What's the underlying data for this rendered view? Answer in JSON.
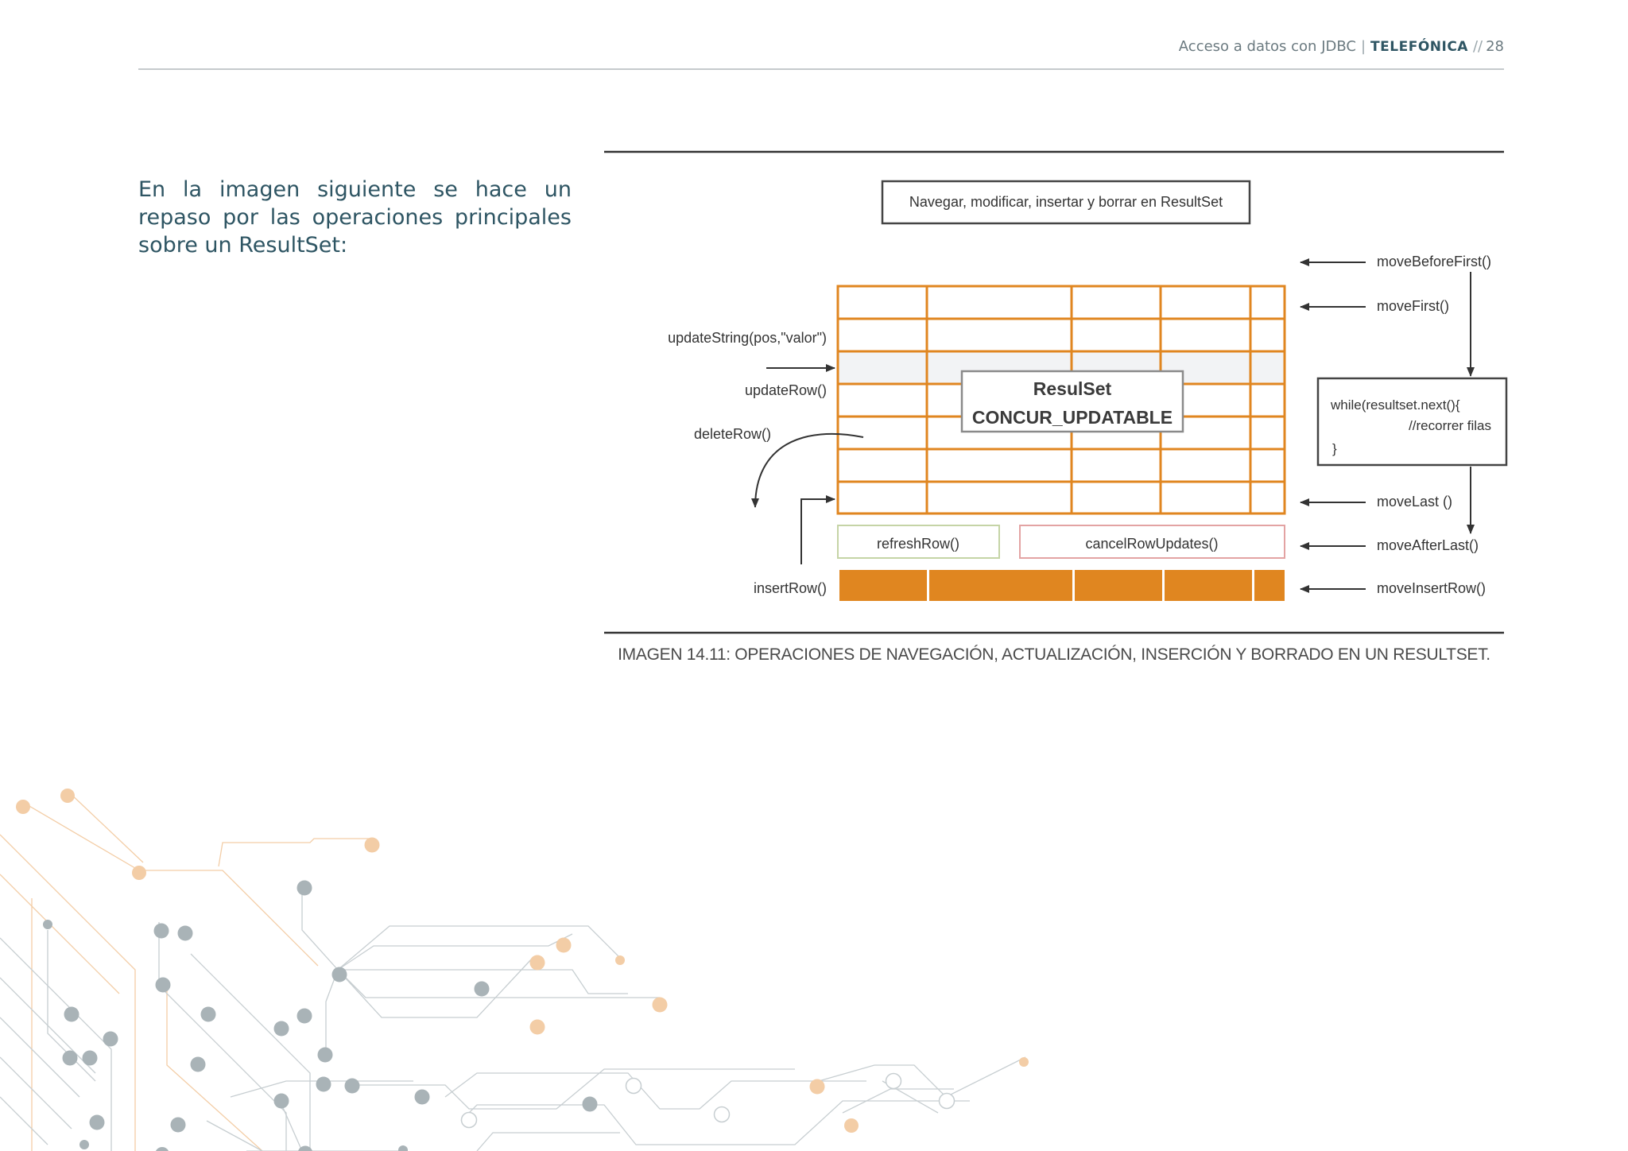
{
  "header": {
    "doc_title": "Acceso a datos con JDBC",
    "separator": "|",
    "brand": "TELEFÓNICA",
    "slash": "//",
    "page_number": "28"
  },
  "intro_text": "En la imagen siguiente se hace un repaso por las operaciones principales sobre un ResultSet:",
  "figure": {
    "title": "Navegar, modificar, insertar y borrar en ResultSet",
    "center_box": {
      "line1": "ResulSet",
      "line2": "CONCUR_UPDATABLE"
    },
    "left_labels": {
      "update_string": "updateString(pos,\"valor\")",
      "update_row": "updateRow()",
      "delete_row": "deleteRow()",
      "insert_row": "insertRow()"
    },
    "buffer_buttons": {
      "refresh_row": "refreshRow()",
      "cancel_row_updates": "cancelRowUpdates()"
    },
    "right_labels": {
      "move_before_first": "moveBeforeFirst()",
      "move_first": "moveFirst()",
      "move_last": "moveLast ()",
      "move_after_last": "moveAfterLast()",
      "move_insert_row": "moveInsertRow()"
    },
    "loop_box": {
      "line1": "while(resultset.next(){",
      "line2": "//recorrer filas",
      "line3": "}"
    },
    "caption": "IMAGEN 14.11: OPERACIONES DE NAVEGACIÓN, ACTUALIZACIÓN, INSERCIÓN Y BORRADO EN UN RESULTSET."
  },
  "colors": {
    "accent_orange": "#e08620",
    "text_teal": "#2e5563",
    "refresh_border": "#c5d4a6",
    "cancel_border": "#e3a3a3",
    "circuit_gray": "#a9b3b7",
    "circuit_peach": "#f3cda6"
  }
}
